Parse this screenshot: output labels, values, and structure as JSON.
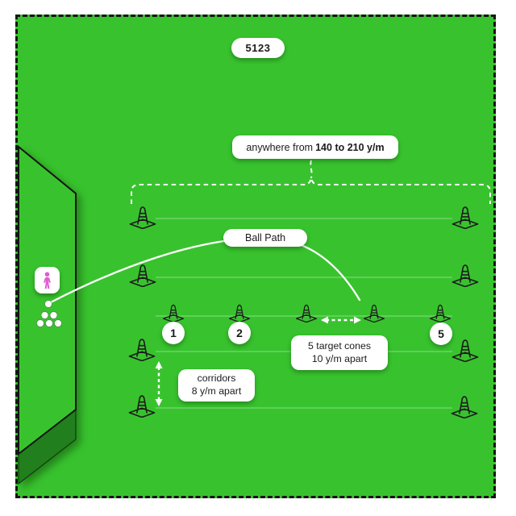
{
  "station": {
    "number": "5123"
  },
  "annotations": {
    "distance": {
      "prefix": "anywhere from",
      "value": "140 to 210 y/m"
    },
    "ball_path": "Ball Path",
    "target_cones": {
      "line1": "5 target cones",
      "line2": "10 y/m apart"
    },
    "corridors": {
      "line1": "corridors",
      "line2": "8 y/m apart"
    }
  },
  "cone_labels": [
    "1",
    "2",
    "5"
  ],
  "equipment": {
    "player_icon": "person-icon",
    "ball_count_at_tee": 6,
    "target_cone_count": 5,
    "corridor_edge_cone_rows": 4
  },
  "colors": {
    "field_green": "#38c32e",
    "wall_side_green": "#217f1d",
    "accent_pink": "#df5fd2",
    "label_background": "#ffffff",
    "ink": "#1b1b1b",
    "path_white": "#ffffff"
  }
}
